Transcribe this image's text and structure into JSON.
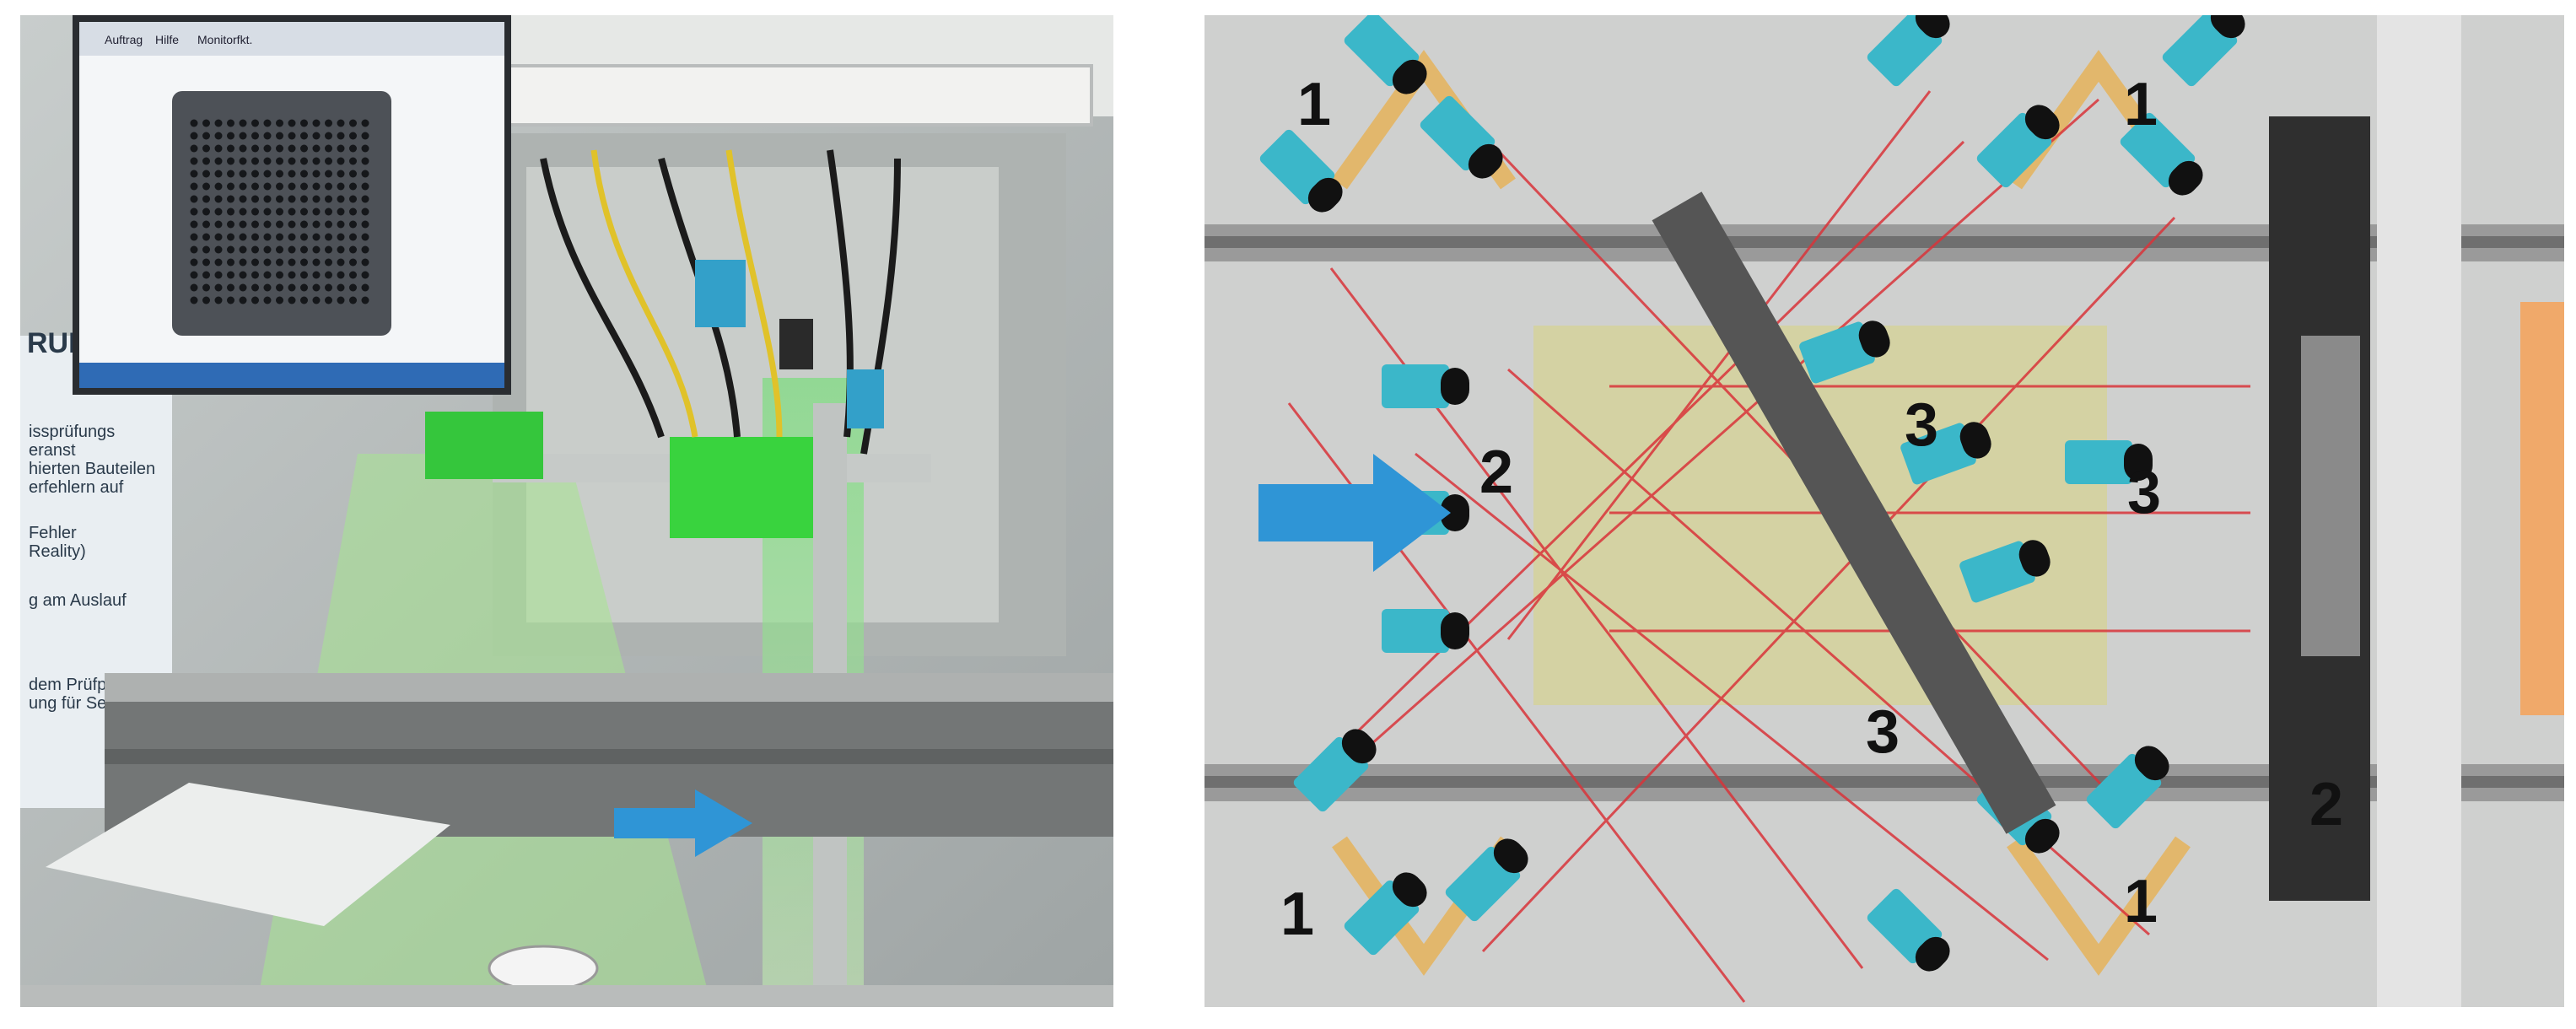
{
  "photo": {
    "monitor": {
      "menu_items": [
        "Auftrag",
        "Hilfe",
        "Monitorfkt."
      ]
    },
    "side_poster": {
      "heading": "RUN",
      "lines": [
        "issprüfungs",
        "eranst",
        "hierten Bauteilen",
        "erfehlern auf",
        "Fehler",
        "Reality)",
        "g am Auslauf",
        "dem Prüfpunkt",
        "ung für Sensor"
      ]
    }
  },
  "diagram": {
    "labels": {
      "corner_tl": "1",
      "corner_tr": "1",
      "corner_bl": "1",
      "corner_br": "1",
      "left_bracket": "2",
      "right_bar": "2",
      "center_cam": "3",
      "right_cam": "3",
      "bar": "3"
    }
  },
  "colors": {
    "arrow": "#2f95d6",
    "sensor": "#3bb7c9",
    "laser": "#d9343a",
    "wood": "#e5b86a",
    "rail": "#8a8a8a",
    "dark_bar": "#444444"
  }
}
